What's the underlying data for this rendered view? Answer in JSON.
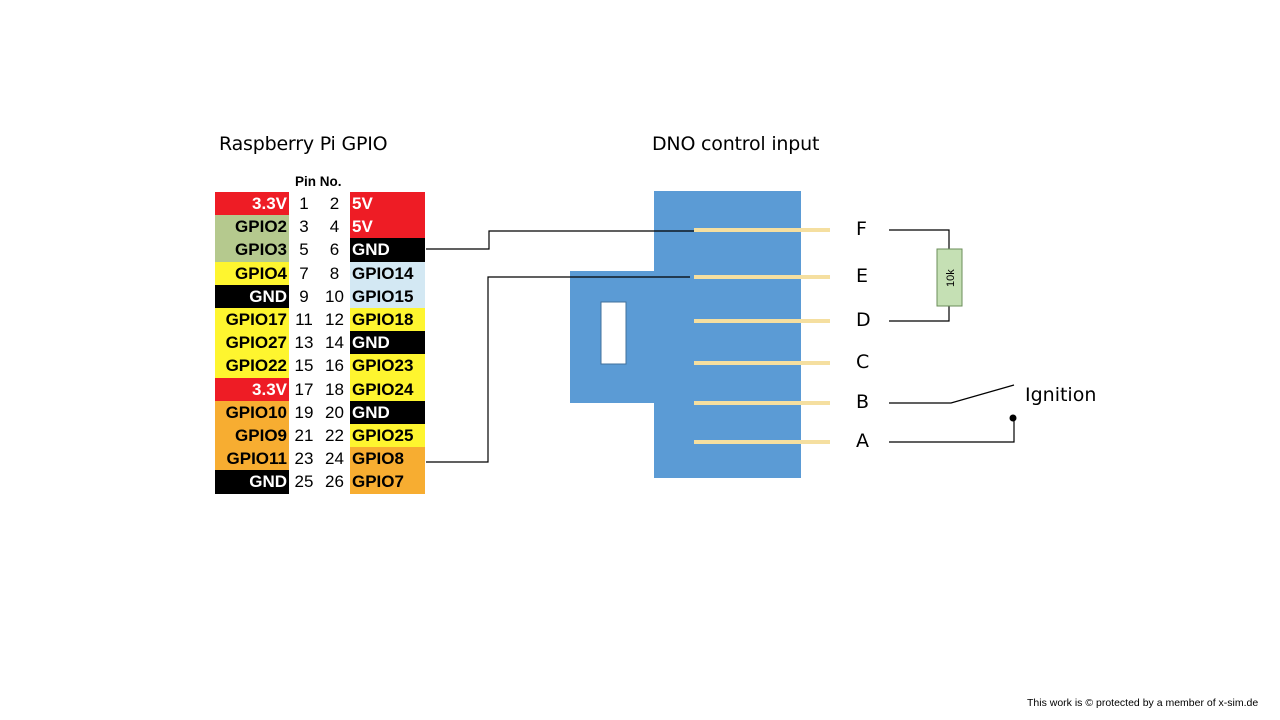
{
  "titles": {
    "gpio": "Raspberry Pi GPIO",
    "dno": "DNO control input"
  },
  "gpio_header": "Pin No.",
  "colors": {
    "power_red": "#ee1c25",
    "i2c_green": "#b5c98e",
    "gpio_yellow": "#fef52f",
    "ground_black": "#000000",
    "uart_blue": "#d3e8f3",
    "spi_orange": "#f7ad31",
    "connector_blue": "#5b9bd5",
    "pin_cream": "#f5dfa0",
    "resistor_green": "#c5e0b4"
  },
  "gpio_rows": [
    {
      "left": "3.3V",
      "left_color": "power_red",
      "left_text": "#ffffff",
      "pin_left": "1",
      "pin_right": "2",
      "right": "5V",
      "right_color": "power_red",
      "right_text": "#ffffff"
    },
    {
      "left": "GPIO2",
      "left_color": "i2c_green",
      "left_text": "#000000",
      "pin_left": "3",
      "pin_right": "4",
      "right": "5V",
      "right_color": "power_red",
      "right_text": "#ffffff"
    },
    {
      "left": "GPIO3",
      "left_color": "i2c_green",
      "left_text": "#000000",
      "pin_left": "5",
      "pin_right": "6",
      "right": "GND",
      "right_color": "ground_black",
      "right_text": "#ffffff"
    },
    {
      "left": "GPIO4",
      "left_color": "gpio_yellow",
      "left_text": "#000000",
      "pin_left": "7",
      "pin_right": "8",
      "right": "GPIO14",
      "right_color": "uart_blue",
      "right_text": "#000000"
    },
    {
      "left": "GND",
      "left_color": "ground_black",
      "left_text": "#ffffff",
      "pin_left": "9",
      "pin_right": "10",
      "right": "GPIO15",
      "right_color": "uart_blue",
      "right_text": "#000000"
    },
    {
      "left": "GPIO17",
      "left_color": "gpio_yellow",
      "left_text": "#000000",
      "pin_left": "11",
      "pin_right": "12",
      "right": "GPIO18",
      "right_color": "gpio_yellow",
      "right_text": "#000000"
    },
    {
      "left": "GPIO27",
      "left_color": "gpio_yellow",
      "left_text": "#000000",
      "pin_left": "13",
      "pin_right": "14",
      "right": "GND",
      "right_color": "ground_black",
      "right_text": "#ffffff"
    },
    {
      "left": "GPIO22",
      "left_color": "gpio_yellow",
      "left_text": "#000000",
      "pin_left": "15",
      "pin_right": "16",
      "right": "GPIO23",
      "right_color": "gpio_yellow",
      "right_text": "#000000"
    },
    {
      "left": "3.3V",
      "left_color": "power_red",
      "left_text": "#ffffff",
      "pin_left": "17",
      "pin_right": "18",
      "right": "GPIO24",
      "right_color": "gpio_yellow",
      "right_text": "#000000"
    },
    {
      "left": "GPIO10",
      "left_color": "spi_orange",
      "left_text": "#000000",
      "pin_left": "19",
      "pin_right": "20",
      "right": "GND",
      "right_color": "ground_black",
      "right_text": "#ffffff"
    },
    {
      "left": "GPIO9",
      "left_color": "spi_orange",
      "left_text": "#000000",
      "pin_left": "21",
      "pin_right": "22",
      "right": "GPIO25",
      "right_color": "gpio_yellow",
      "right_text": "#000000"
    },
    {
      "left": "GPIO11",
      "left_color": "spi_orange",
      "left_text": "#000000",
      "pin_left": "23",
      "pin_right": "24",
      "right": "GPIO8",
      "right_color": "spi_orange",
      "right_text": "#000000"
    },
    {
      "left": "GND",
      "left_color": "ground_black",
      "left_text": "#ffffff",
      "pin_left": "25",
      "pin_right": "26",
      "right": "GPIO7",
      "right_color": "spi_orange",
      "right_text": "#000000"
    }
  ],
  "dno_pins": [
    "F",
    "E",
    "D",
    "C",
    "B",
    "A"
  ],
  "connections": [
    {
      "from": "GND (pin 6)",
      "to": "F"
    },
    {
      "from": "GPIO8 (pin 24)",
      "to": "E"
    }
  ],
  "resistor": {
    "label": "10k",
    "between": [
      "F",
      "D"
    ]
  },
  "switch": {
    "label": "Ignition",
    "between": [
      "B",
      "A"
    ]
  },
  "footer": "This work is © protected by a member of x-sim.de"
}
